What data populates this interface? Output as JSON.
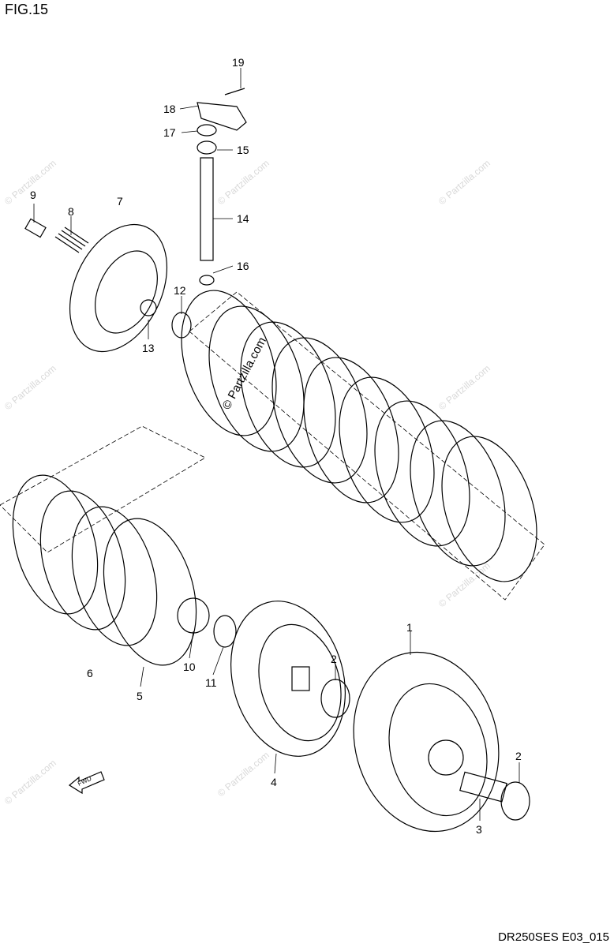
{
  "figure": {
    "title": "FIG.15",
    "code": "DR250SES E03_015"
  },
  "watermark": {
    "text": "© Partzilla.com",
    "center_text": "© Partzilla.com"
  },
  "fwd_label": "FWD",
  "callouts": {
    "c1": "1",
    "c2a": "2",
    "c2b": "2",
    "c3": "3",
    "c4": "4",
    "c5": "5",
    "c6": "6",
    "c7": "7",
    "c8": "8",
    "c9": "9",
    "c10": "10",
    "c11": "11",
    "c12": "12",
    "c13": "13",
    "c14": "14",
    "c15": "15",
    "c16": "16",
    "c17": "17",
    "c18": "18",
    "c19": "19"
  }
}
